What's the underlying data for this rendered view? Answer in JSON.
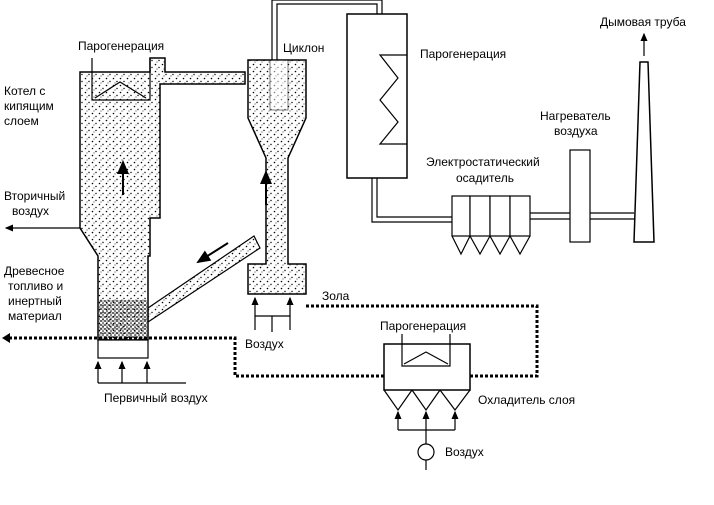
{
  "labels": {
    "steam_gen_boiler": "Парогенерация",
    "boiler_line1": "Котел с",
    "boiler_line2": "кипящим",
    "boiler_line3": "слоем",
    "secondary_air_line1": "Вторичный",
    "secondary_air_line2": "воздух",
    "fuel_line1": "Древесное",
    "fuel_line2": "топливо и",
    "fuel_line3": "инертный",
    "fuel_line4": "материал",
    "primary_air": "Первичный воздух",
    "cyclone": "Циклон",
    "cyclone_air": "Воздух",
    "ash": "Зола",
    "steam_gen_right": "Парогенерация",
    "esp_line1": "Электростатический",
    "esp_line2": "осадитель",
    "air_heater_line1": "Нагреватель",
    "air_heater_line2": "воздуха",
    "stack": "Дымовая труба",
    "steam_gen_cooler": "Парогенерация",
    "bed_cooler": "Охладитель слоя",
    "cooler_air": "Воздух"
  },
  "colors": {
    "line": "#000000",
    "particles": "#000000",
    "background": "#ffffff"
  }
}
